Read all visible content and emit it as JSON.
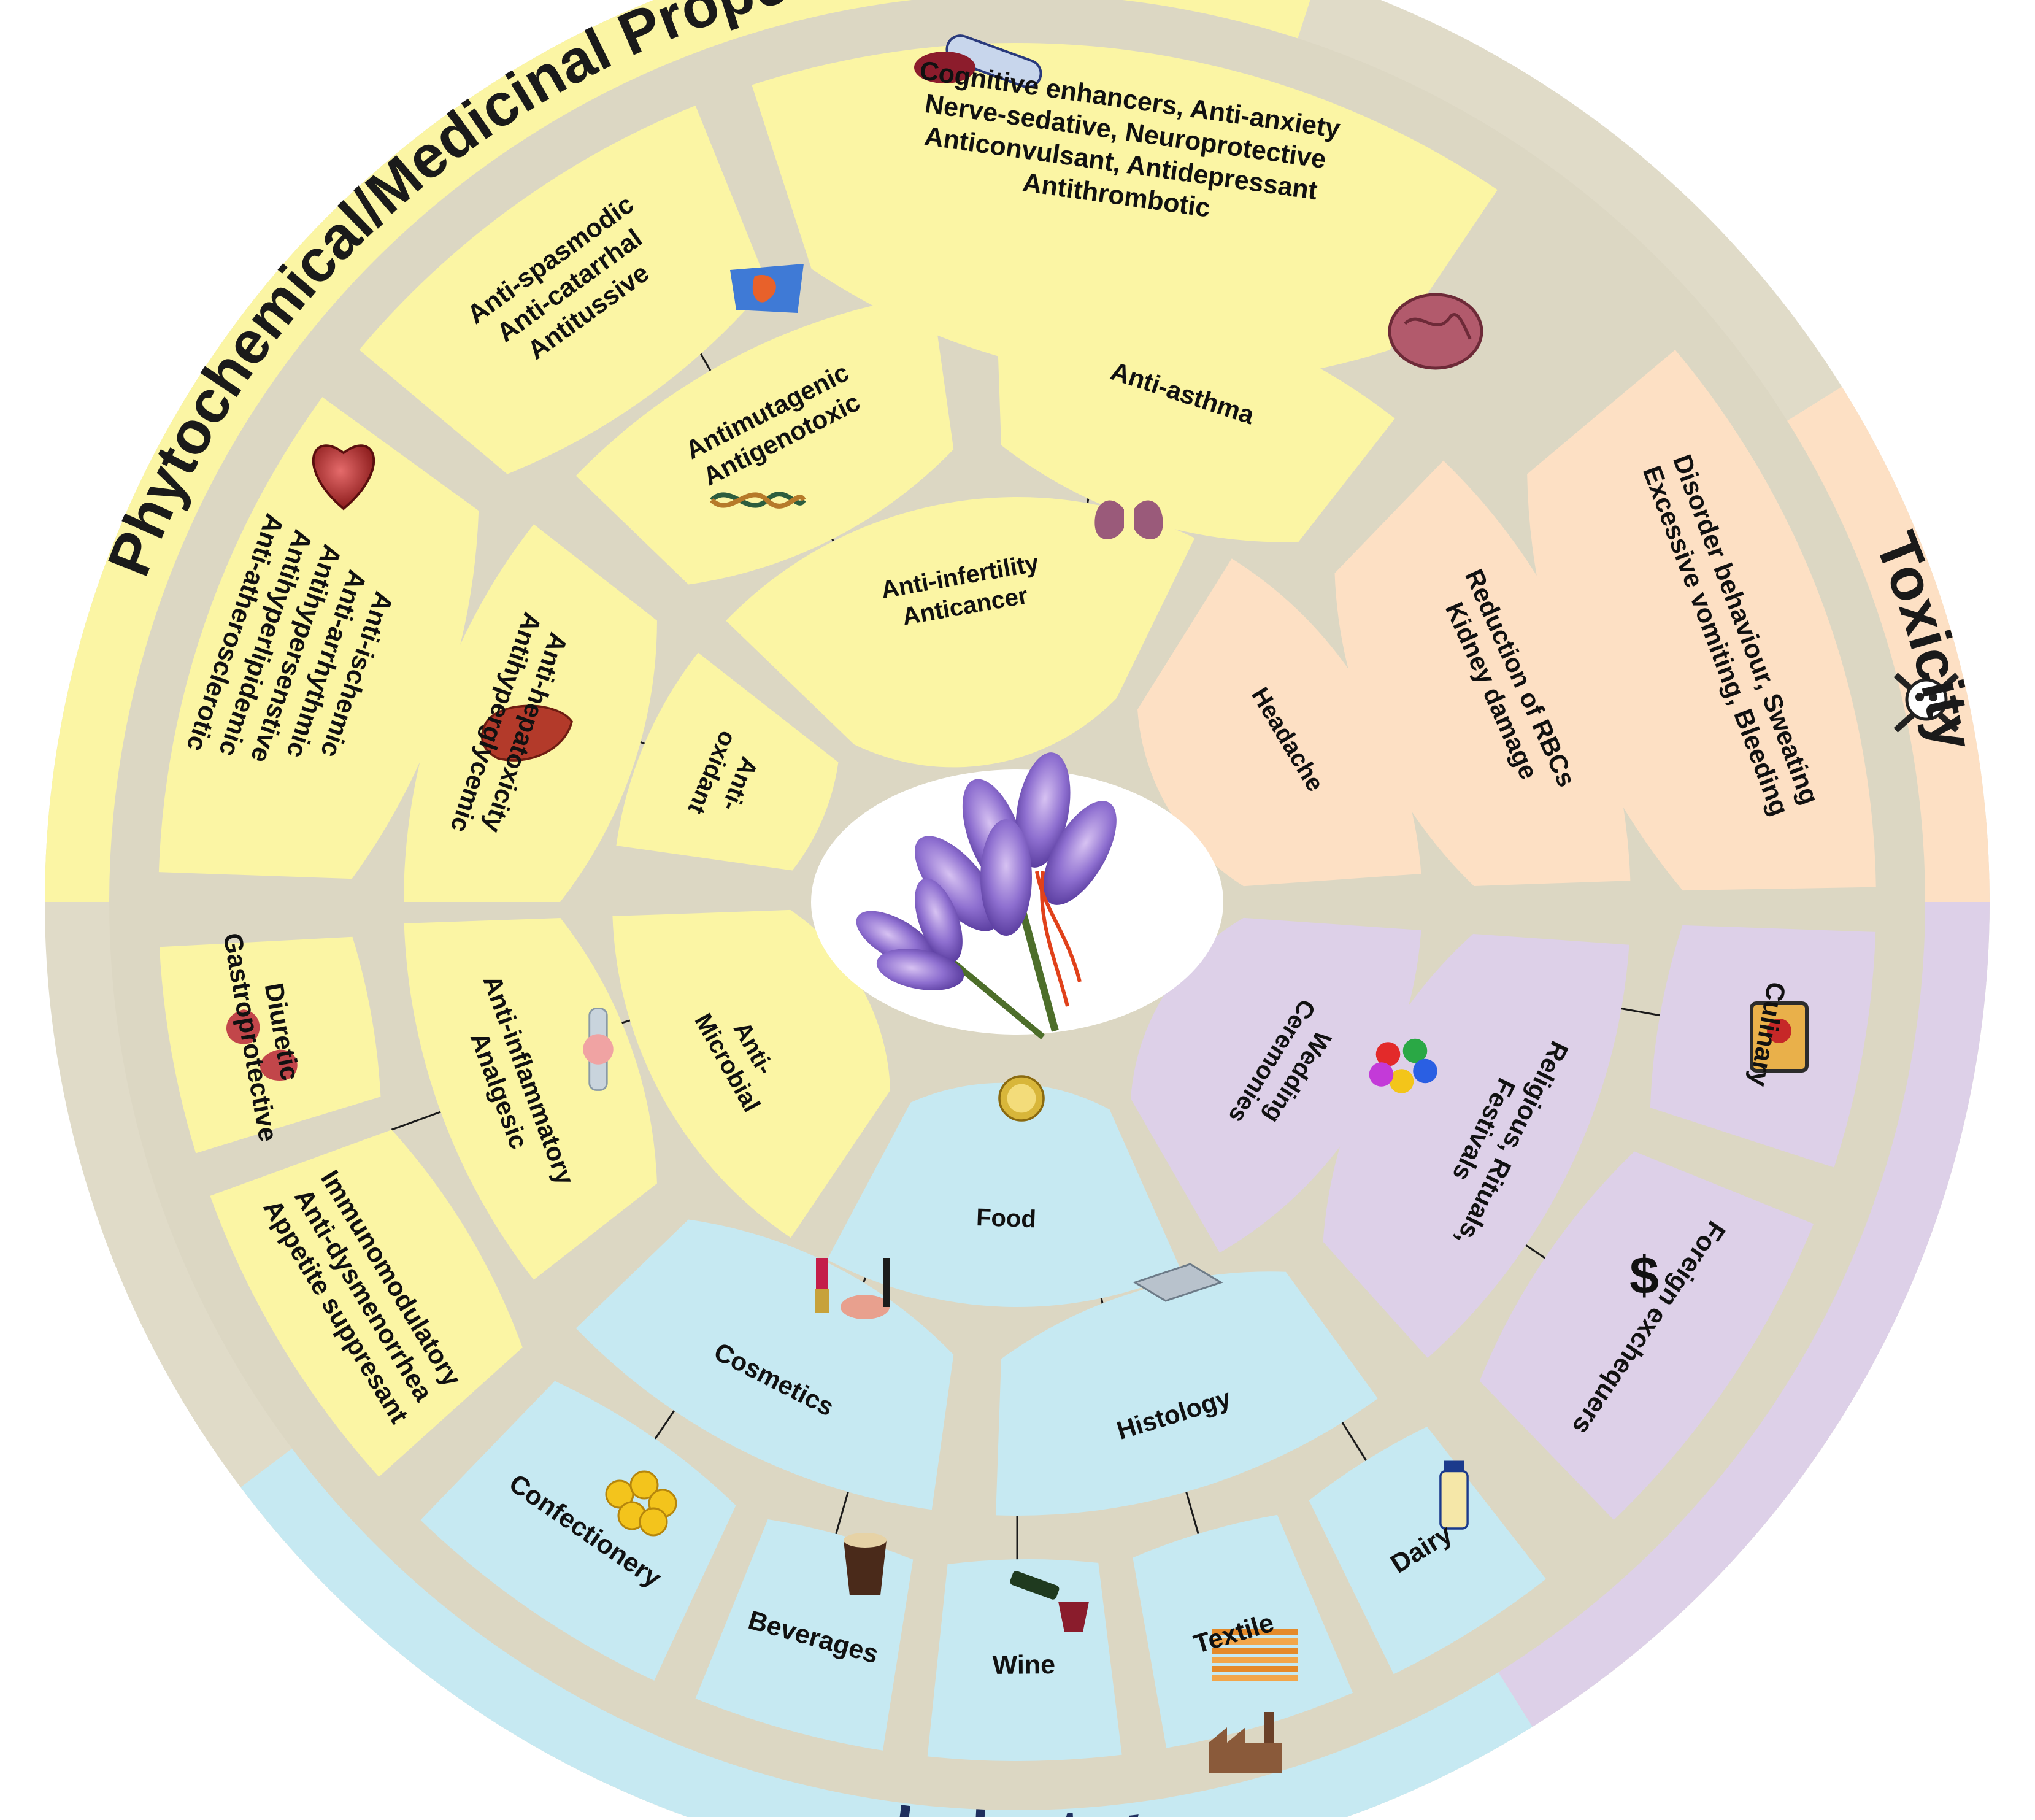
{
  "colors": {
    "medicinal": "#fbf5a4",
    "toxicity": "#fde0c4",
    "culture": "#ddd0e8",
    "industry": "#c6e9f2",
    "track": "#dcd7c3",
    "outer_rim": "#e0dbc8",
    "leader": "#1a1a1a"
  },
  "titles": {
    "medicinal": "Phytochemical/Medicinal Properties",
    "toxicity": "Toxicity",
    "industry": "Industry"
  },
  "center": {
    "image": "saffron-crocus-flowers"
  },
  "segments": {
    "ring1": [
      {
        "id": "anti-oxidant",
        "lines": [
          "Anti-",
          "oxidant"
        ],
        "icon": ""
      },
      {
        "id": "anti-infertility",
        "lines": [
          "Anti-infertility",
          "Anticancer"
        ],
        "icon": ""
      },
      {
        "id": "headache",
        "lines": [
          "Headache"
        ],
        "icon": ""
      },
      {
        "id": "wedding",
        "lines": [
          "Wedding",
          "Ceremonies"
        ],
        "icon": ""
      },
      {
        "id": "food",
        "lines": [
          "Food"
        ],
        "icon": "saffron-dish-icon"
      },
      {
        "id": "anti-microbial",
        "lines": [
          "Anti-",
          "Microbial"
        ],
        "icon": ""
      }
    ],
    "ring2": [
      {
        "id": "anti-hepatotoxicity",
        "lines": [
          "Anti-hepatoxicity",
          "Antihyperglycemic"
        ],
        "icon": "liver-icon"
      },
      {
        "id": "antimutagenic",
        "lines": [
          "Antimutagenic",
          "Antigenotoxic"
        ],
        "icon": "dna-icon"
      },
      {
        "id": "anti-asthma",
        "lines": [
          "Anti-asthma"
        ],
        "icon": "lungs-icon"
      },
      {
        "id": "reduction-rbc",
        "lines": [
          "Reduction of RBCs",
          "Kidney damage"
        ],
        "icon": ""
      },
      {
        "id": "religious",
        "lines": [
          "Religious, Rituals,",
          "Festivals"
        ],
        "icon": "color-powder-icon"
      },
      {
        "id": "histology",
        "lines": [
          "Histology"
        ],
        "icon": "glass-slide-icon"
      },
      {
        "id": "cosmetics",
        "lines": [
          "Cosmetics"
        ],
        "icon": "makeup-icon"
      },
      {
        "id": "anti-inflammatory",
        "lines": [
          "Anti-inflammatory",
          "Analgesic"
        ],
        "icon": "joint-icon"
      }
    ],
    "ring3": [
      {
        "id": "cardio",
        "lines": [
          "Anti-ischemic",
          "Anti-arrhythmic",
          "Antihypersenstive",
          "Antihyperlipidemic",
          "Anti-atherosclerotic"
        ],
        "icon": "heart-icon"
      },
      {
        "id": "respiratory",
        "lines": [
          "Anti-spasmodic",
          "Anti-catarrhal",
          "Antitussive"
        ],
        "icon": "throat-icon"
      },
      {
        "id": "neuro",
        "lines": [
          "Cognitive  enhancers, Anti-anxiety",
          "Nerve-sedative, Neuroprotective",
          "Anticonvulsant,  Antidepressant",
          "Antithrombotic"
        ],
        "icon": "brain-icon"
      },
      {
        "id": "disorder",
        "lines": [
          "Disorder behaviour,  Sweating",
          "Excessive vomiting, Bleeding"
        ],
        "icon": ""
      },
      {
        "id": "culinary",
        "lines": [
          "Culinary"
        ],
        "icon": "cake-icon"
      },
      {
        "id": "foreign",
        "lines": [
          "Foreign exchequers"
        ],
        "icon": "dollar-icon"
      },
      {
        "id": "dairy",
        "lines": [
          "Dairy"
        ],
        "icon": "milk-bottle-icon"
      },
      {
        "id": "textile",
        "lines": [
          "Textile"
        ],
        "icon": "fabric-icon"
      },
      {
        "id": "wine",
        "lines": [
          "Wine"
        ],
        "icon": "wine-icon"
      },
      {
        "id": "beverages",
        "lines": [
          "Beverages"
        ],
        "icon": "cup-icon"
      },
      {
        "id": "confectionery",
        "lines": [
          "Confectionery"
        ],
        "icon": "sweets-icon"
      },
      {
        "id": "immuno",
        "lines": [
          "Immunomodulatory",
          "Anti-dysmenorrhea",
          "Appetite suppresant"
        ],
        "icon": "pill-icon"
      },
      {
        "id": "diuretic",
        "lines": [
          "Diuretic",
          "Gastroprotective"
        ],
        "icon": "kidney-icon"
      }
    ]
  },
  "decor_icons": {
    "medicinal": "capsule-icon",
    "toxicity": "skull-crossbones-icon",
    "industry": "factory-icon"
  }
}
